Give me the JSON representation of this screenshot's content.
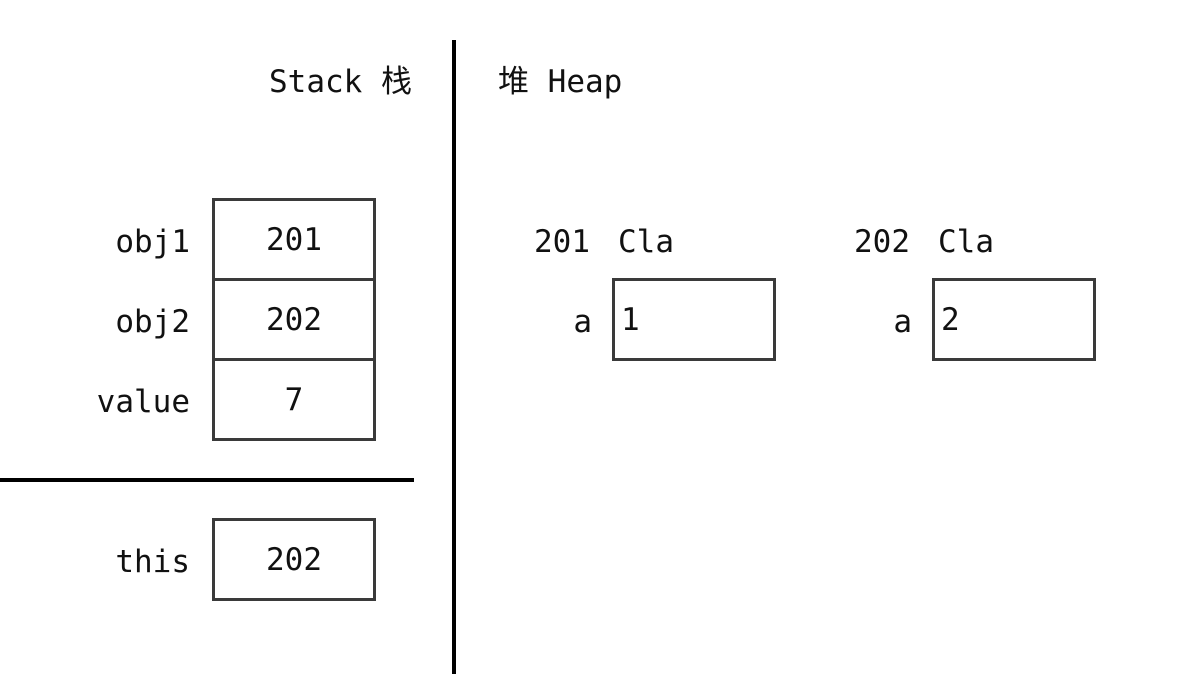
{
  "stack": {
    "title": "Stack 栈",
    "variables": [
      {
        "name": "obj1",
        "value": "201"
      },
      {
        "name": "obj2",
        "value": "202"
      },
      {
        "name": "value",
        "value": "7"
      }
    ],
    "frame_variables": [
      {
        "name": "this",
        "value": "202"
      }
    ]
  },
  "heap": {
    "title": "堆 Heap",
    "objects": [
      {
        "address": "201",
        "class": "Cla",
        "field_name": "a",
        "field_value": "1"
      },
      {
        "address": "202",
        "class": "Cla",
        "field_name": "a",
        "field_value": "2"
      }
    ]
  }
}
